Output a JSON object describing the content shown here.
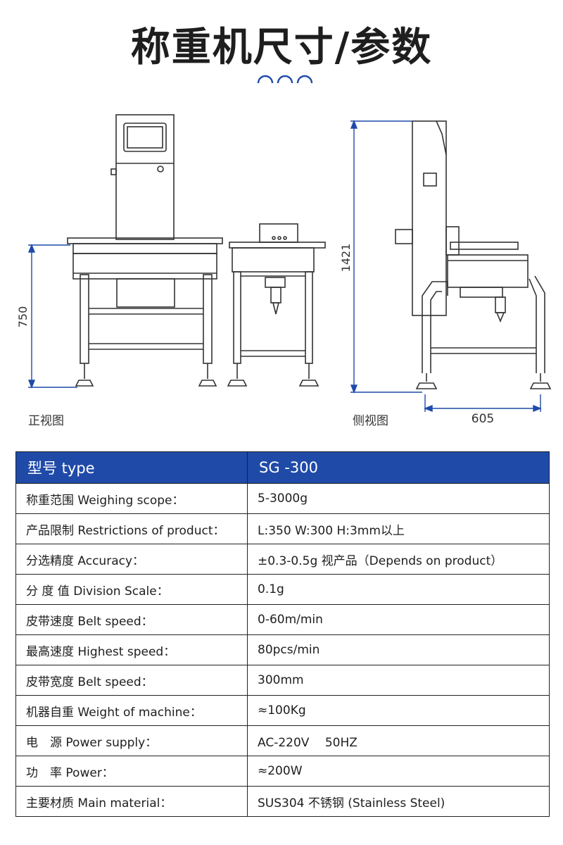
{
  "title": "称重机尺寸/参数",
  "drawing": {
    "front_label": "正视图",
    "side_label": "侧视图",
    "dim_height": "750",
    "dim_total_height": "1421",
    "dim_width": "605"
  },
  "table": {
    "header": [
      "型号 type",
      "SG -300"
    ],
    "rows": [
      {
        "label": "称重范围 Weighing scope：",
        "value": "5-3000g"
      },
      {
        "label": "产品限制 Restrictions of product：",
        "value": "L:350 W:300 H:3mm以上"
      },
      {
        "label": "分选精度 Accuracy：",
        "value": "±0.3-0.5g 视产品（Depends on product）"
      },
      {
        "label": "分 度 值 Division Scale：",
        "value": "0.1g"
      },
      {
        "label": "皮带速度 Belt speed：",
        "value": "0-60m/min"
      },
      {
        "label": "最高速度 Highest speed：",
        "value": "80pcs/min"
      },
      {
        "label": "皮带宽度 Belt speed：",
        "value": "300mm"
      },
      {
        "label": "机器自重 Weight of machine：",
        "value": "≈100Kg"
      },
      {
        "label": "电　源 Power supply：",
        "value": "AC-220V　 50HZ"
      },
      {
        "label": "功　率 Power：",
        "value": "≈200W"
      },
      {
        "label": "主要材质 Main material：",
        "value": "SUS304 不锈钢 (Stainless Steel)"
      }
    ]
  },
  "colors": {
    "header_bg": "#1f4aa8",
    "accent": "#1f4aa8",
    "dimension": "#1f4aa8"
  }
}
